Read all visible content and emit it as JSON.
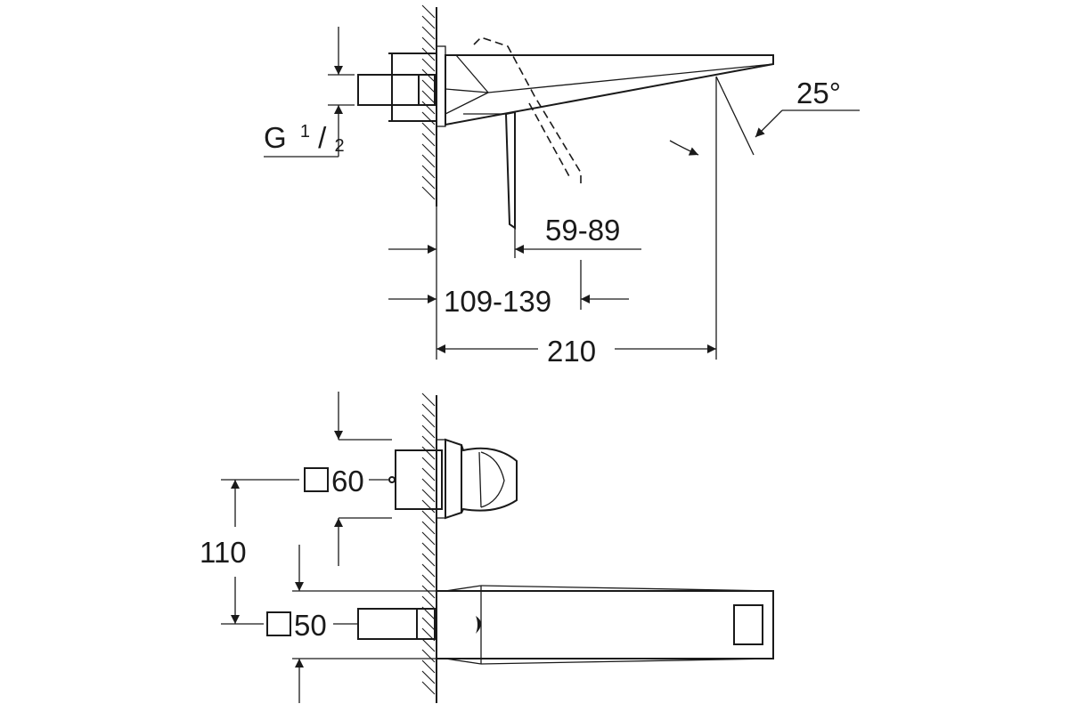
{
  "dimensions": {
    "thread": {
      "main": "G",
      "sup": "1",
      "slash": "/",
      "sub": "2"
    },
    "angle": "25°",
    "projection_range": "59-89",
    "wall_range": "109-139",
    "total_length": "210",
    "handle_square": "60",
    "spout_square": "50",
    "centre_distance": "110"
  },
  "colors": {
    "line": "#1a1a1a",
    "background": "#ffffff"
  }
}
